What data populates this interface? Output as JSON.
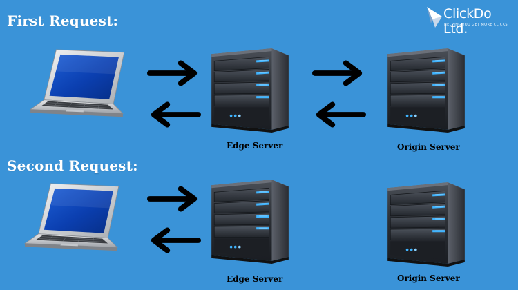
{
  "brand": {
    "name": "ClickDo Ltd.",
    "tagline": "Helping you get more clicks",
    "logo_icon": "paper-plane-icon"
  },
  "colors": {
    "background": "#3a93d8",
    "server_led": "#3fb4ff",
    "server_body": "#2b2f36",
    "arrow": "#000000"
  },
  "sections": [
    {
      "title": "First Request:",
      "edge_label": "Edge Server",
      "origin_label": "Origin Server",
      "client_to_edge_arrows": true,
      "edge_to_origin_arrows": true
    },
    {
      "title": "Second Request:",
      "edge_label": "Edge Server",
      "origin_label": "Origin Server",
      "client_to_edge_arrows": true,
      "edge_to_origin_arrows": false
    }
  ]
}
